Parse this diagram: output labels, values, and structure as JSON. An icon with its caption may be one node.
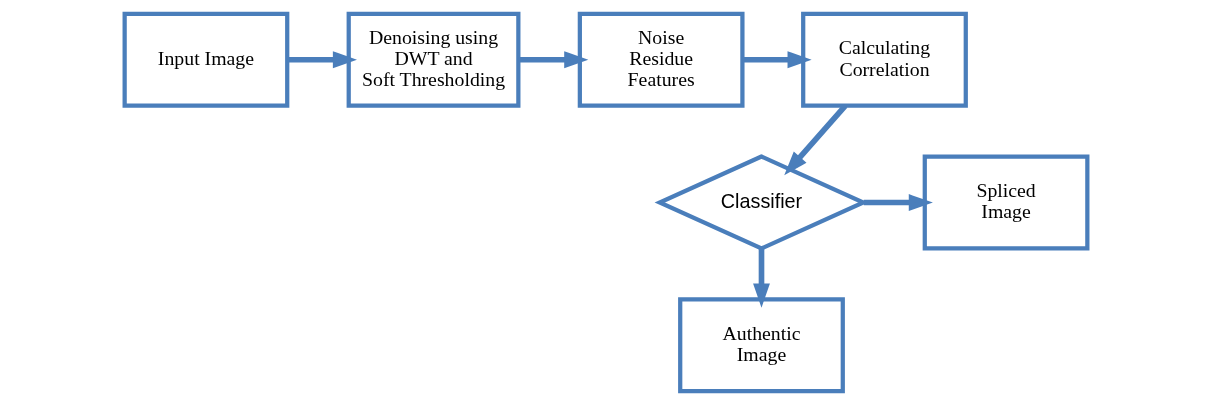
{
  "diagram": {
    "nodes": [
      {
        "text": [
          "Input Image"
        ]
      },
      {
        "text": [
          "Denoising using DWT and Soft Thresholding"
        ]
      },
      {
        "text": [
          "Noise Residue Features"
        ]
      },
      {
        "text": [
          "Calculating Correlation"
        ]
      },
      {
        "text": [
          "Classifier"
        ]
      },
      {
        "text": [
          "Spliced Image"
        ]
      },
      {
        "text": [
          "Authentic Image"
        ]
      }
    ],
    "edges": [
      {
        "from": 0,
        "to": 1,
        "arrow": "to"
      },
      {
        "from": 1,
        "to": 2,
        "arrow": "to"
      },
      {
        "from": 2,
        "to": 3,
        "arrow": "to"
      },
      {
        "from": 3,
        "to": 4,
        "arrow": "to"
      },
      {
        "from": 4,
        "to": 5,
        "arrow": "to"
      },
      {
        "from": 4,
        "to": 6,
        "arrow": "to"
      }
    ]
  }
}
